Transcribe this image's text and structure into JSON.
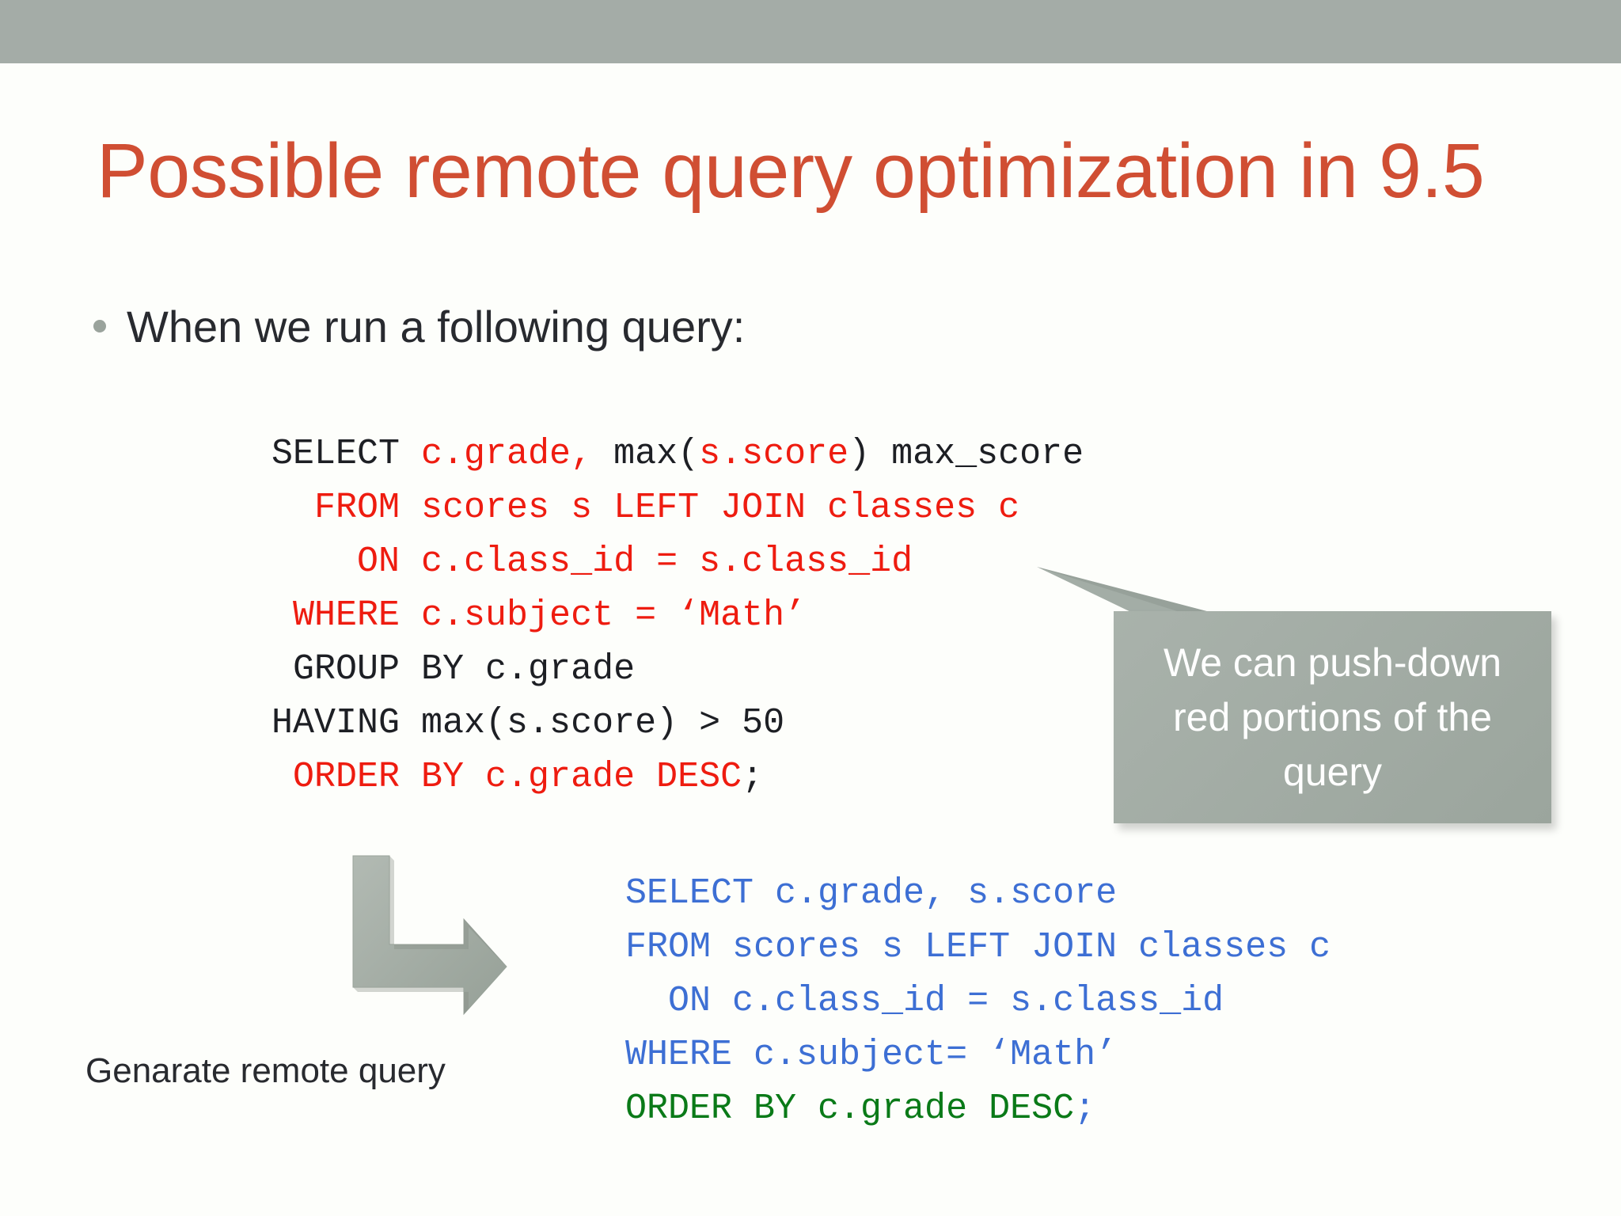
{
  "slide": {
    "title": "Possible remote query optimization in 9.5",
    "title_color": "#d04e33",
    "background_color": "#fdfefb",
    "top_bar_color": "#a4aca7"
  },
  "bullet": {
    "marker": "bullet-dot",
    "text": "When we run a following query:"
  },
  "main_query": {
    "name": "original-query",
    "lines": [
      {
        "keyword": "SELECT",
        "keyword_color": "black",
        "parts": [
          {
            "text": " c.grade, ",
            "color": "red"
          },
          {
            "text": "max(",
            "color": "black"
          },
          {
            "text": "s.score",
            "color": "red"
          },
          {
            "text": ") max_score",
            "color": "black"
          }
        ]
      },
      {
        "keyword": "FROM",
        "keyword_color": "red",
        "parts": [
          {
            "text": " scores s LEFT JOIN classes c",
            "color": "red"
          }
        ]
      },
      {
        "keyword": "ON",
        "keyword_color": "red",
        "parts": [
          {
            "text": " c.class_id = s.class_id",
            "color": "red"
          }
        ]
      },
      {
        "keyword": "WHERE",
        "keyword_color": "red",
        "parts": [
          {
            "text": " c.subject = ‘Math’",
            "color": "red"
          }
        ]
      },
      {
        "keyword": "GROUP",
        "keyword_color": "black",
        "parts": [
          {
            "text": " BY c.grade",
            "color": "black"
          }
        ]
      },
      {
        "keyword": "HAVING",
        "keyword_color": "black",
        "parts": [
          {
            "text": " max(s.score) > 50",
            "color": "black"
          }
        ]
      },
      {
        "keyword": "ORDER",
        "keyword_color": "red",
        "parts": [
          {
            "text": " BY c.grade DESC",
            "color": "red"
          },
          {
            "text": ";",
            "color": "black"
          }
        ]
      }
    ]
  },
  "callout": {
    "text": "We can push-down red portions of the query",
    "fill_color": "#a3ada6",
    "text_color": "#ffffff"
  },
  "arrow": {
    "name": "elbow-arrow-down-right",
    "fill_color": "#a3ada6",
    "caption": "Genarate remote query"
  },
  "remote_query": {
    "name": "generated-remote-query",
    "lines": [
      {
        "text": "SELECT c.grade, s.score",
        "color": "blue"
      },
      {
        "text": "FROM scores s LEFT JOIN classes c",
        "color": "blue"
      },
      {
        "text": "  ON c.class_id = s.class_id",
        "color": "blue"
      },
      {
        "text": "WHERE c.subject= ‘Math’",
        "color": "blue"
      },
      {
        "parts": [
          {
            "text": "ORDER BY c.grade DESC",
            "color": "green"
          },
          {
            "text": ";",
            "color": "blue"
          }
        ]
      }
    ]
  },
  "colors": {
    "black": "#1d1f24",
    "red": "#ee1c10",
    "blue": "#3d6fd4",
    "green": "#0a7a18"
  }
}
